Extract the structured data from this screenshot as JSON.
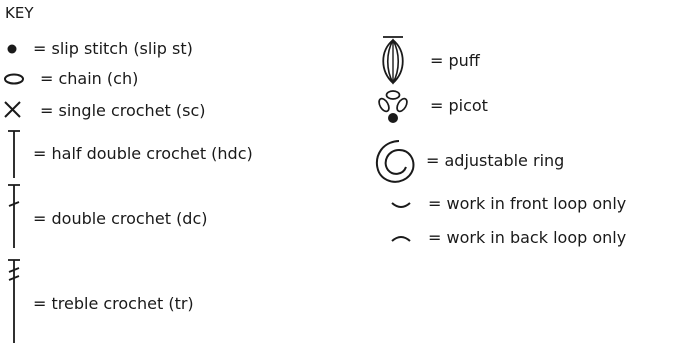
{
  "key": {
    "title": "KEY",
    "left": [
      {
        "icon": "slip-stitch-dot-icon",
        "label": "= slip stitch (slip st)"
      },
      {
        "icon": "chain-oval-icon",
        "label": "= chain (ch)"
      },
      {
        "icon": "single-crochet-x-icon",
        "label": "= single crochet (sc)"
      },
      {
        "icon": "half-double-crochet-icon",
        "label": "= half double crochet (hdc)"
      },
      {
        "icon": "double-crochet-icon",
        "label": "= double crochet (dc)"
      },
      {
        "icon": "treble-crochet-icon",
        "label": "= treble crochet (tr)"
      }
    ],
    "right": [
      {
        "icon": "puff-icon",
        "label": "= puff"
      },
      {
        "icon": "picot-icon",
        "label": "= picot"
      },
      {
        "icon": "adjustable-ring-icon",
        "label": "= adjustable ring"
      },
      {
        "icon": "front-loop-icon",
        "label": "= work in front loop only"
      },
      {
        "icon": "back-loop-icon",
        "label": "= work in back loop only"
      }
    ]
  }
}
